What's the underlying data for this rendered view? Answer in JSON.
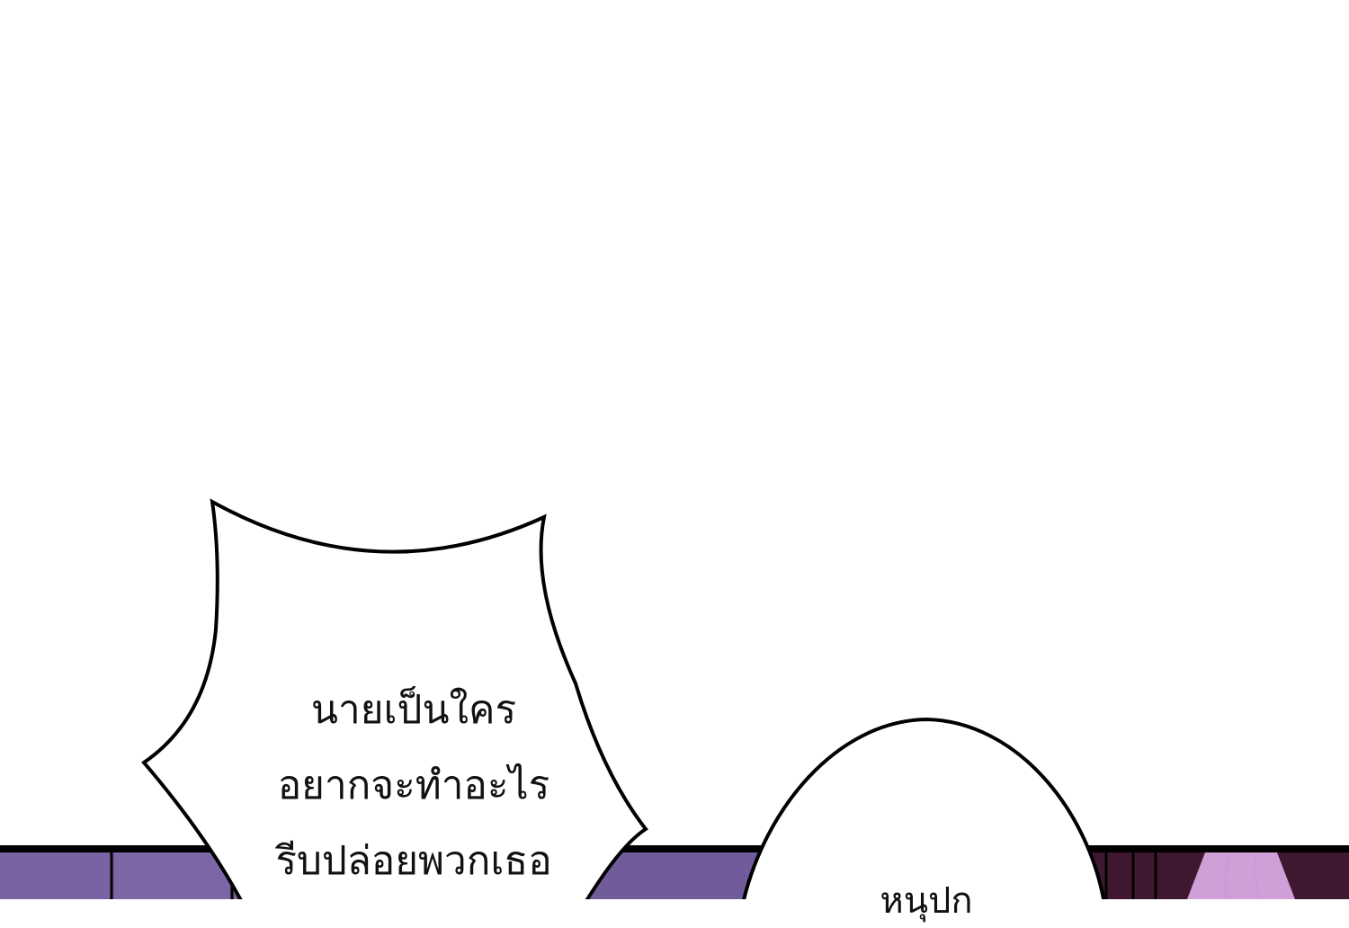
{
  "bubbles": [
    {
      "lines": [
        "นายเป็นใคร",
        "อยากจะทำอะไร",
        "รีบปล่อยพวกเธอ"
      ]
    },
    {
      "lines": [
        "หนุปก"
      ]
    }
  ],
  "colors": {
    "background": "#ffffff",
    "panel_purple": "#735c9c",
    "panel_purple_light": "#7c66a6",
    "panel_dark": "#3e1830",
    "light_beam": "#e8b8f4",
    "outline": "#000000"
  }
}
